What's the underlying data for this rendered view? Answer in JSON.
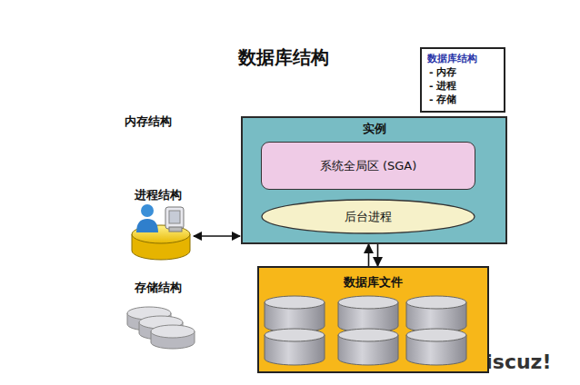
{
  "diagram": {
    "title": "数据库结构",
    "nodes": [
      {
        "text": [
          "数据库结构",
          "- 内存",
          "- 进程",
          "- 存储"
        ]
      },
      {
        "text": [
          "实例"
        ]
      },
      {
        "text": [
          "系统全局区 (SGA)"
        ],
        "in": 1
      },
      {
        "text": [
          "后台进程"
        ],
        "in": 1
      },
      {
        "text": [
          "数据库文件"
        ]
      }
    ],
    "edges": [
      {
        "from": 1,
        "to": 4,
        "arrow": "to"
      },
      {
        "from": 4,
        "to": 1,
        "arrow": "to"
      }
    ],
    "labels": [
      "内存结构",
      "进程结构",
      "存储结构",
      "Discuz!"
    ]
  }
}
